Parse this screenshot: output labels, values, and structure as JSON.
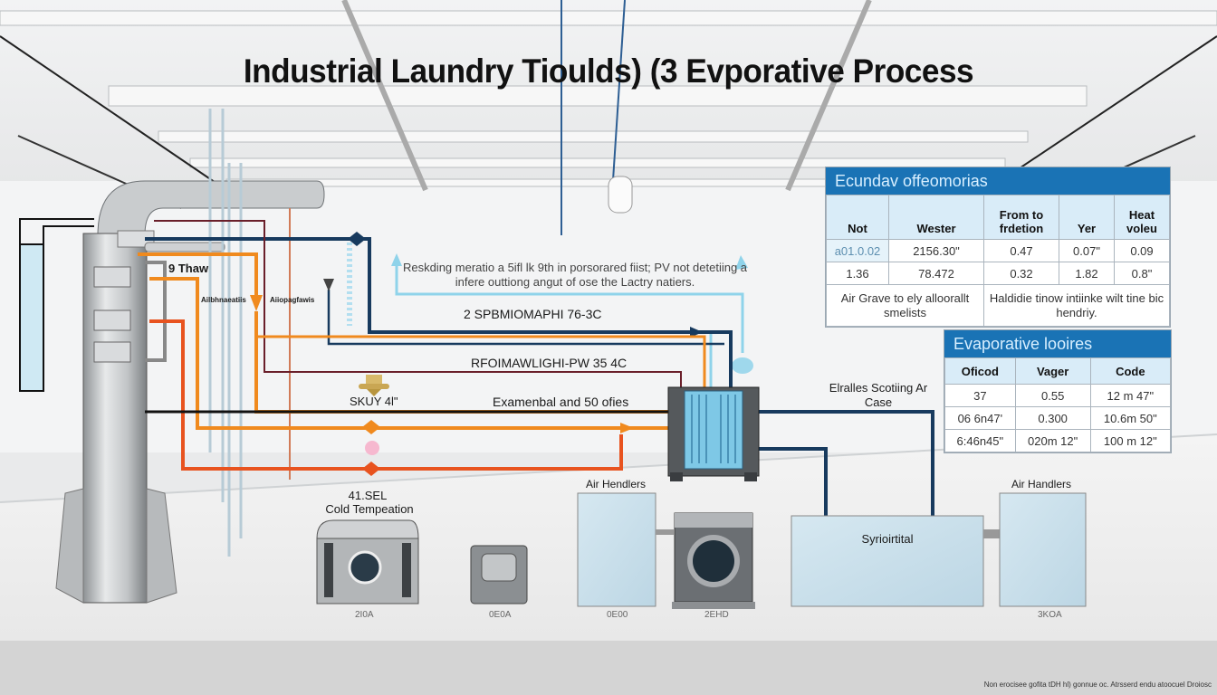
{
  "title": "Industrial Laundry Tioulds) (3 Evporative Process",
  "colors": {
    "hot_line": "#f07f1e",
    "hot_line_red": "#e8531f",
    "cold_line": "#173a5e",
    "water_line": "#8fd3ea",
    "return_line": "#6a1f2a",
    "table_header": "#1a73b5",
    "table_subheader": "#d9ecf8"
  },
  "annotations": {
    "column_label": "9 Thaw",
    "note": "Reskding meratio a 5ifl lk 9th in porsorared fiist; PV not detetiing a infere outtiong angut of ose the Lactry natiers.",
    "line_label_1": "2 SPBMIOMAPHI 76-3C",
    "line_label_2": "RFOIMAWLIGHI-PW 35 4C",
    "valve_label": "SKUY 4l\"",
    "line_label_3": "Examenbal and 50 ofies",
    "cold_unit_value": "41.SEL",
    "cold_unit_label": "Cold Tempeation",
    "air_handlers_center": "Air Hendlers",
    "air_handlers_right": "Air Handlers",
    "scotting_label": "Elralles Scotiing Ar Case",
    "synthetic_label": "Syrioirtital",
    "small_tag_left": "Ailbhnaeatiis",
    "small_tag_right": "Aiiopagfawis"
  },
  "equipment_captions": [
    "2I0A",
    "0E0A",
    "0E00",
    "2EHD",
    "3KOA"
  ],
  "table_main": {
    "title": "Ecundav offeomorias",
    "headers": [
      "Not",
      "Wester",
      "From to frdetion",
      "Yer",
      "Heat voleu"
    ],
    "rows": [
      [
        "a01.0.02",
        "2156.30\"",
        "0.47",
        "0.07\"",
        "0.09"
      ],
      [
        "1.36",
        "78.472",
        "0.32",
        "1.82",
        "0.8\""
      ]
    ],
    "notes": [
      "Air Grave to ely alloorallt smelists",
      "Haldidie tinow intiinke wilt tine bic hendriy."
    ]
  },
  "table_evap": {
    "title": "Evaporative looires",
    "headers": [
      "Oficod",
      "Vager",
      "Code"
    ],
    "rows": [
      [
        "37",
        "0.55",
        "12 m 47\""
      ],
      [
        "06 6n47'",
        "0.300",
        "10.6m 50\""
      ],
      [
        "6:46n45\"",
        "020m 12\"",
        "100 m 12\""
      ]
    ]
  },
  "footer_text": "Non erocisee gofita tDH hl) gonnue oc. Atrsserd endu atoocuel Droiosc"
}
